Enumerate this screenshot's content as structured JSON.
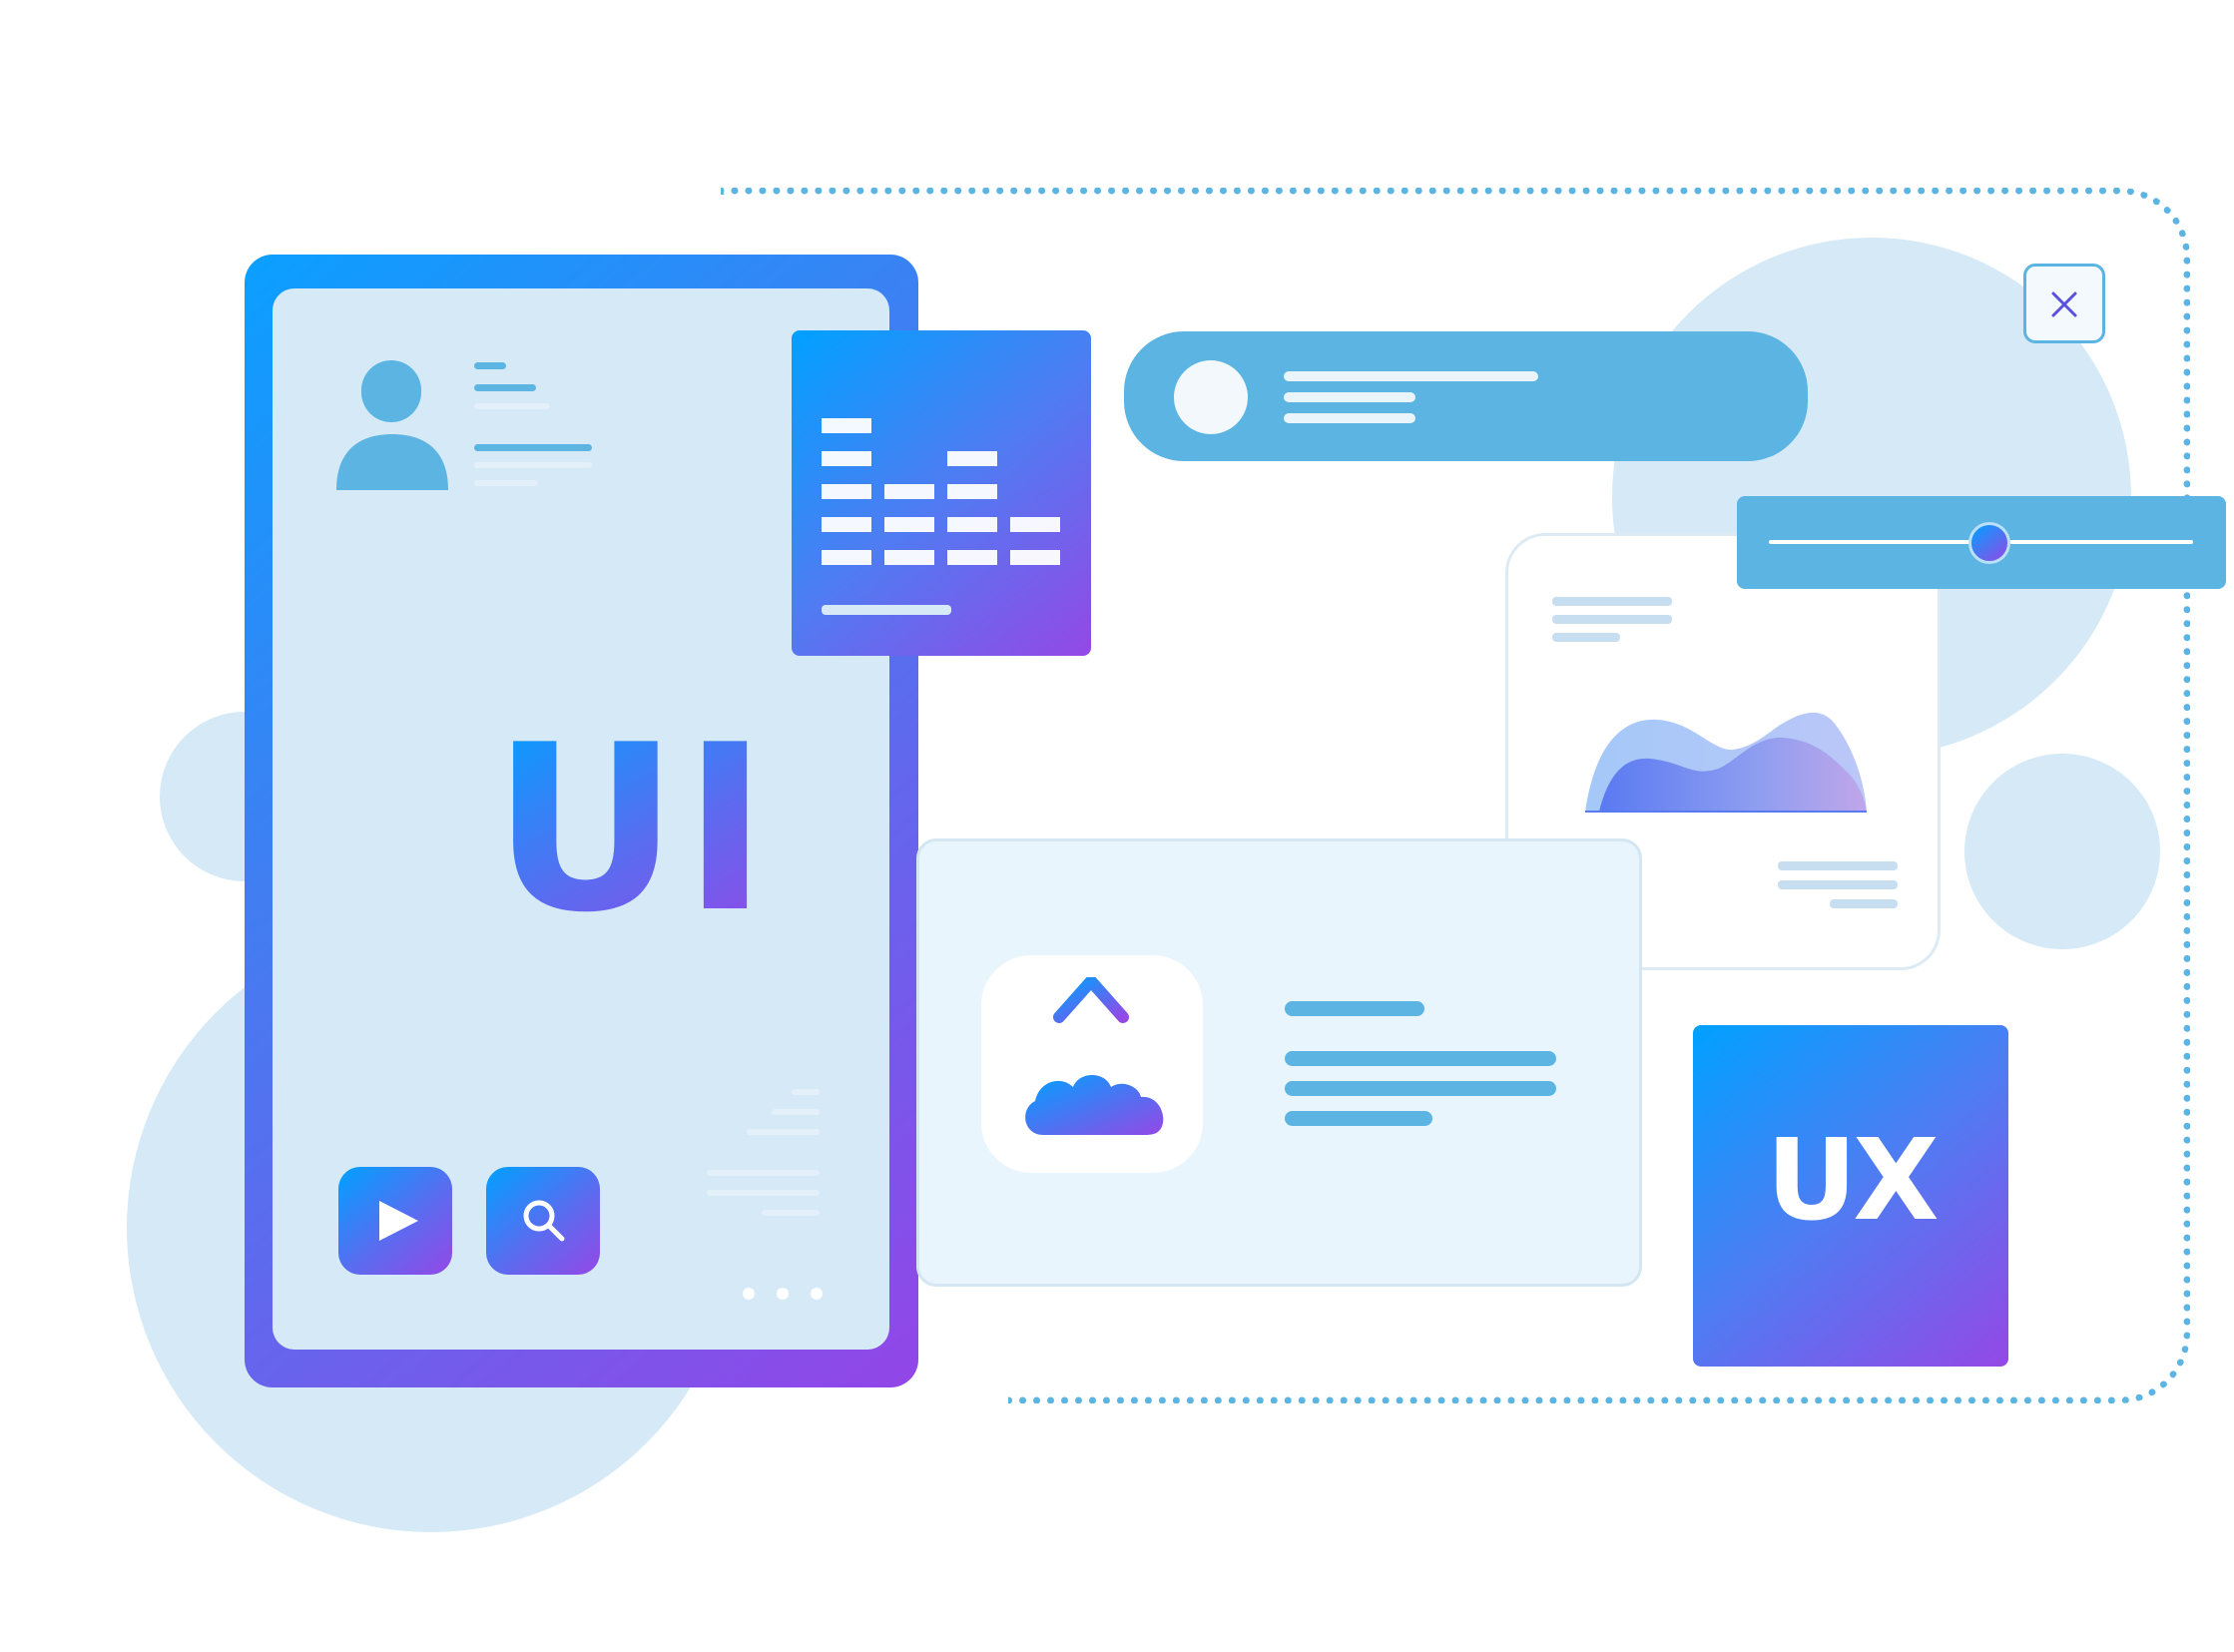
{
  "illustration": {
    "ui_label": "UI",
    "ux_label": "UX",
    "close_icon": "close-icon",
    "play_icon": "play-icon",
    "search_icon": "search-icon",
    "upload_icon": "cloud-upload-icon",
    "avatar_icon": "user-avatar-icon",
    "slider_value": 0.52,
    "colors": {
      "gradient_start": "#00a1ff",
      "gradient_end": "#9448e6",
      "light_blue": "#5cb4e2",
      "pale_blue": "#d5eaf6"
    }
  }
}
